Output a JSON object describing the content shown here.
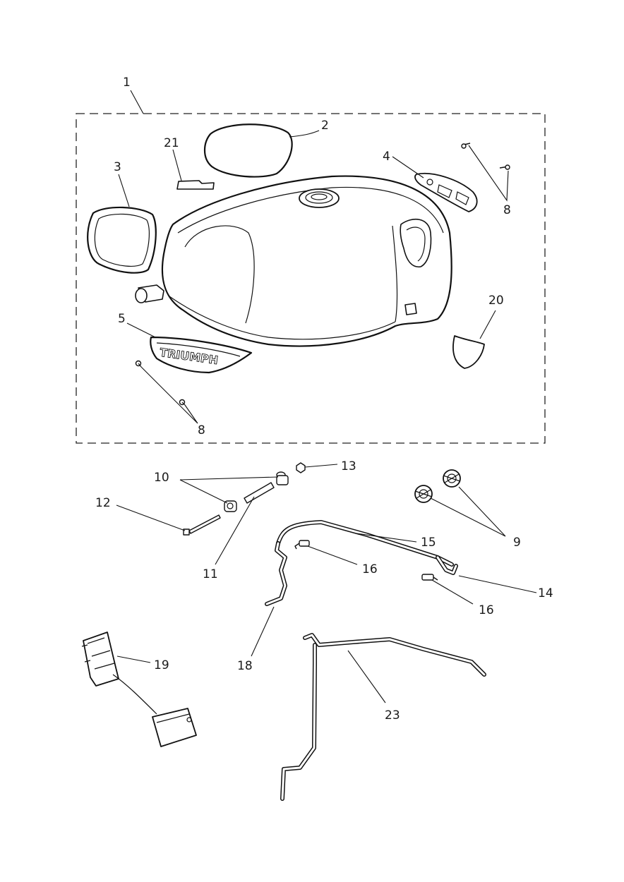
{
  "labels": {
    "kit": "1",
    "knee_pad_right": "2",
    "knee_pad_left": "3",
    "bracket": "4",
    "badge": "5",
    "screw_top": "8",
    "screw_bottom": "8",
    "grommet": "9",
    "bush": "10",
    "spacer": "11",
    "bolt": "12",
    "nut": "13",
    "hose_14": "14",
    "hose_15": "15",
    "connector_top": "16",
    "connector_bottom": "16",
    "hose_18": "18",
    "fuel_pump": "19",
    "pad_20": "20",
    "decal": "21",
    "hose_23": "23"
  },
  "badge_text": "TRIUMPH"
}
